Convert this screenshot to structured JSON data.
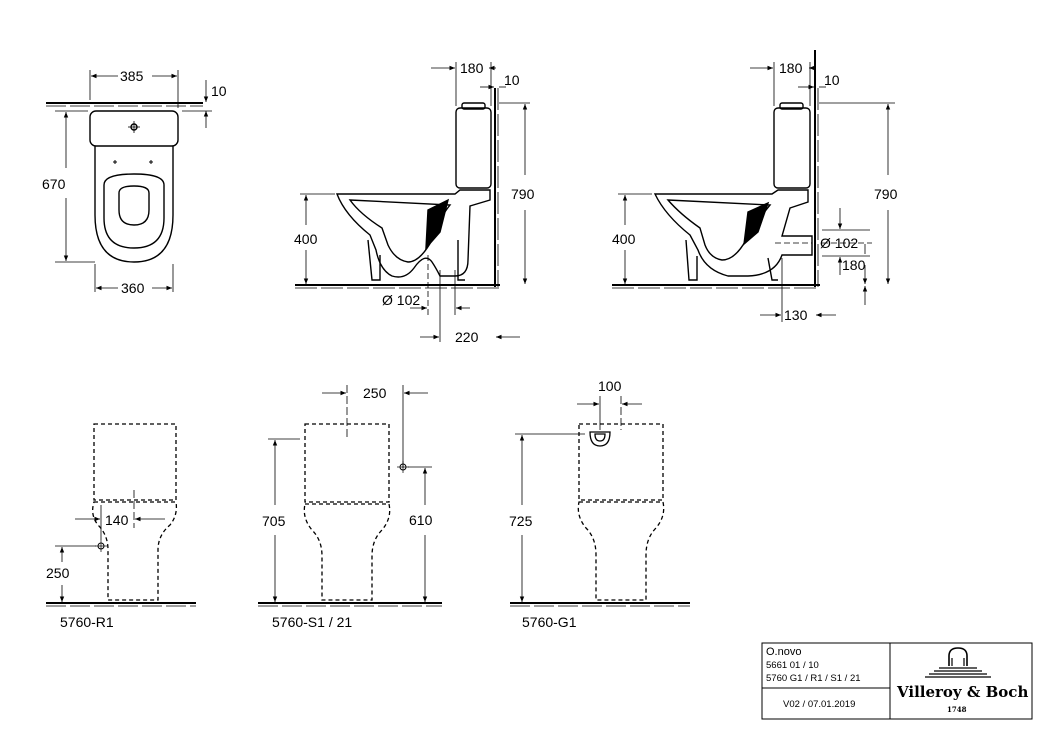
{
  "dimensions": {
    "top_view_width": "385",
    "top_view_offset": "10",
    "top_view_depth": "670",
    "top_view_base_width": "360",
    "side1_tank_depth": "180",
    "side1_gap": "10",
    "side1_height": "790",
    "side1_seat_height": "400",
    "side1_outlet_dia": "Ø 102",
    "side1_outlet_distance": "220",
    "side2_tank_depth": "180",
    "side2_gap": "10",
    "side2_height": "790",
    "side2_seat_height": "400",
    "side2_outlet_dia": "Ø 102",
    "side2_outlet_height": "180",
    "side2_outlet_distance": "130",
    "front1_offset": "140",
    "front1_inlet_height": "250",
    "front2_offset": "250",
    "front2_height": "705",
    "front2_inlet_height": "610",
    "front3_offset": "100",
    "front3_height": "725"
  },
  "labels": {
    "front1": "5760-R1",
    "front2": "5760-S1 / 21",
    "front3": "5760-G1"
  },
  "title_block": {
    "product": "O.novo",
    "code1": "5661 01 / 10",
    "code2": "5760 G1 / R1 / S1 / 21",
    "version": "V02 / 07.01.2019",
    "brand": "Villeroy & Boch",
    "established": "1748"
  }
}
